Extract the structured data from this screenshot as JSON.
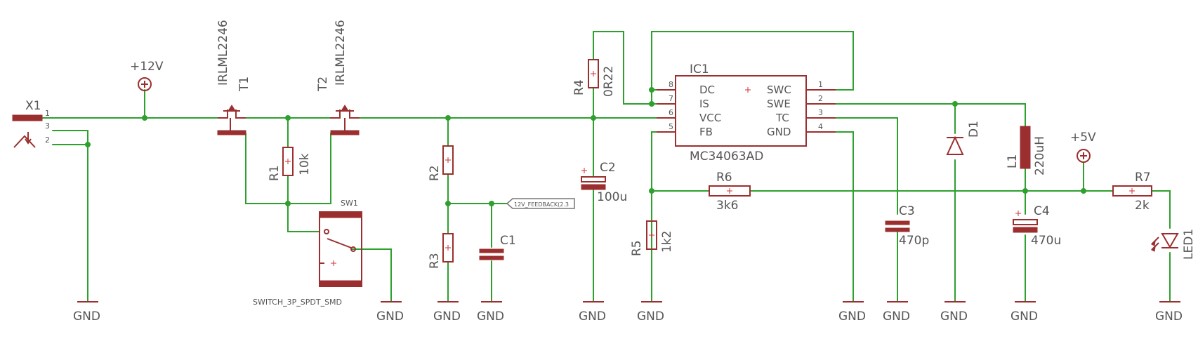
{
  "connector": {
    "name": "X1",
    "pins": [
      "1",
      "3",
      "2"
    ]
  },
  "supplies": {
    "p12v": "+12V",
    "p5v": "+5V"
  },
  "gnd": "GND",
  "t1": {
    "name": "T1",
    "value": "IRLML2246"
  },
  "t2": {
    "name": "T2",
    "value": "IRLML2246"
  },
  "r1": {
    "name": "R1",
    "value": "10k"
  },
  "r2": {
    "name": "R2"
  },
  "r3": {
    "name": "R3"
  },
  "r4": {
    "name": "R4",
    "value": "0R22"
  },
  "r5": {
    "name": "R5",
    "value": "1k2"
  },
  "r6": {
    "name": "R6",
    "value": "3k6"
  },
  "r7": {
    "name": "R7",
    "value": "2k"
  },
  "c1": {
    "name": "C1"
  },
  "c2": {
    "name": "C2",
    "value": "100u"
  },
  "c3": {
    "name": "C3",
    "value": "470p"
  },
  "c4": {
    "name": "C4",
    "value": "470u"
  },
  "sw1": {
    "name": "SW1",
    "value": "SWITCH_3P_SPDT_SMD"
  },
  "feedback": "12V_FEEDBACK(2.3",
  "ic1": {
    "name": "IC1",
    "value": "MC34063AD",
    "left_pins": [
      {
        "num": "8",
        "label": "DC"
      },
      {
        "num": "7",
        "label": "IS"
      },
      {
        "num": "6",
        "label": "VCC"
      },
      {
        "num": "5",
        "label": "FB"
      }
    ],
    "right_pins": [
      {
        "num": "1",
        "label": "SWC"
      },
      {
        "num": "2",
        "label": "SWE"
      },
      {
        "num": "3",
        "label": "TC"
      },
      {
        "num": "4",
        "label": "GND"
      }
    ]
  },
  "d1": {
    "name": "D1"
  },
  "l1": {
    "name": "L1",
    "value": "220uH"
  },
  "led1": {
    "name": "LED1"
  },
  "colors": {
    "wire": "#2ea02e",
    "component": "#9b2f2f",
    "text": "#555555"
  }
}
